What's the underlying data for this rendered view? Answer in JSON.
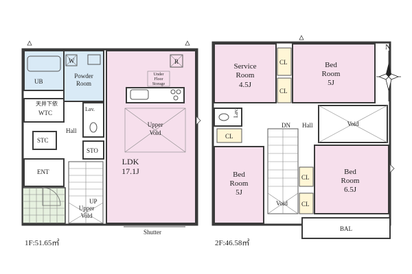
{
  "floor1": {
    "area_label": "1F:51.65㎡",
    "rooms": {
      "ub": "UB",
      "w": "W",
      "r": "R",
      "powder_1": "Powder",
      "powder_2": "Room",
      "wtc_note": "天井下依",
      "wtc": "WTC",
      "lav": "Lav.",
      "hall": "Hall",
      "stc": "STC",
      "sto": "STO",
      "ent": "ENT",
      "underfloor_1": "Under",
      "underfloor_2": "Floor",
      "underfloor_3": "Storage",
      "upper_void_1": "Upper",
      "upper_void_2": "Void",
      "ldk": "LDK",
      "ldk_size": "17.1J",
      "up": "UP",
      "stair_void_1": "Upper",
      "stair_void_2": "Void",
      "shutter": "Shutter"
    }
  },
  "floor2": {
    "area_label": "2F:46.58㎡",
    "rooms": {
      "service_1": "Service",
      "service_2": "Room",
      "service_size": "4.5J",
      "bed1_1": "Bed",
      "bed1_2": "Room",
      "bed1_size": "5J",
      "cl_a": "CL",
      "cl_b": "CL",
      "cl_c": "CL",
      "cl_d": "CL",
      "cl_e": "CL",
      "lav": "Lav.",
      "dn": "DN",
      "hall": "Hall",
      "void": "Void",
      "bed2_1": "Bed",
      "bed2_2": "Room",
      "bed2_size": "5J",
      "stair_void": "Void",
      "bed3_1": "Bed",
      "bed3_2": "Room",
      "bed3_size": "6.5J",
      "bal": "BAL"
    }
  },
  "compass": {
    "north": "N"
  }
}
